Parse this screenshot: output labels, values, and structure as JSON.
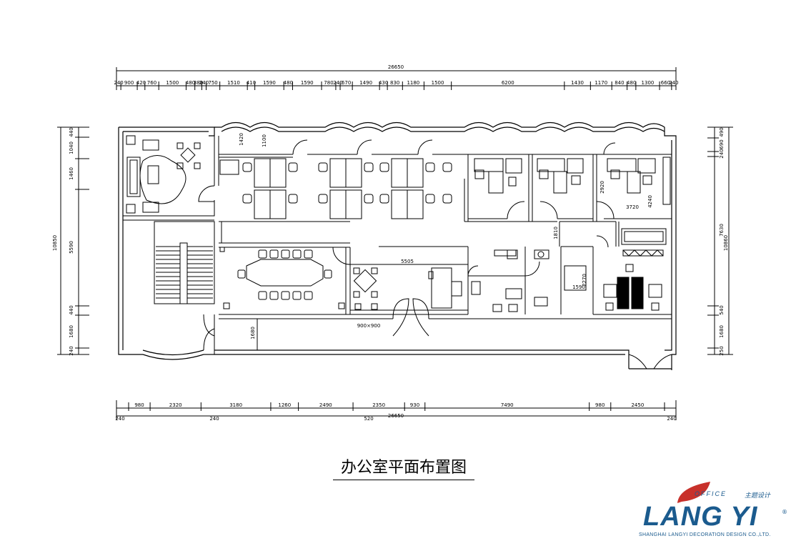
{
  "top_dims": {
    "total": "26650",
    "segments": [
      "240",
      "900",
      "420",
      "760",
      "1500",
      "480",
      "380",
      "240",
      "750",
      "1510",
      "410",
      "1590",
      "480",
      "1590",
      "780",
      "240",
      "670",
      "1490",
      "430",
      "830",
      "1180",
      "1500",
      "6200",
      "1430",
      "1170",
      "840",
      "480",
      "1300",
      "660",
      "240"
    ]
  },
  "bottom_dims": {
    "total": "26650",
    "segments": [
      "980",
      "2320",
      "3180",
      "1260",
      "2490",
      "2350",
      "930",
      "7490",
      "980",
      "2450"
    ],
    "lower": [
      "240",
      "240",
      "520",
      "240"
    ]
  },
  "left_dims": {
    "total": "10850",
    "segments": [
      "440",
      "1040",
      "1460",
      "5590",
      "440",
      "1680",
      "240"
    ]
  },
  "right_dims": {
    "total": "10860",
    "segments": [
      "490",
      "690",
      "240",
      "7630",
      "540",
      "1680",
      "250"
    ]
  },
  "room_dims": [
    "1420",
    "1100",
    "5505",
    "1680",
    "1810",
    "2920",
    "3720",
    "4240",
    "2270",
    "1590"
  ],
  "door_tag": "900×900",
  "title": "办公室平面布置图",
  "logo": {
    "office": "OFFICE",
    "office_cn": "主题设计",
    "brand": "LANG YI",
    "reg": "®",
    "sub": "SHANGHAI LANGYI DECORATION DESIGN CO.,LTD.",
    "leaf_color": "#c8312b",
    "brand_color": "#1b5b8e"
  }
}
